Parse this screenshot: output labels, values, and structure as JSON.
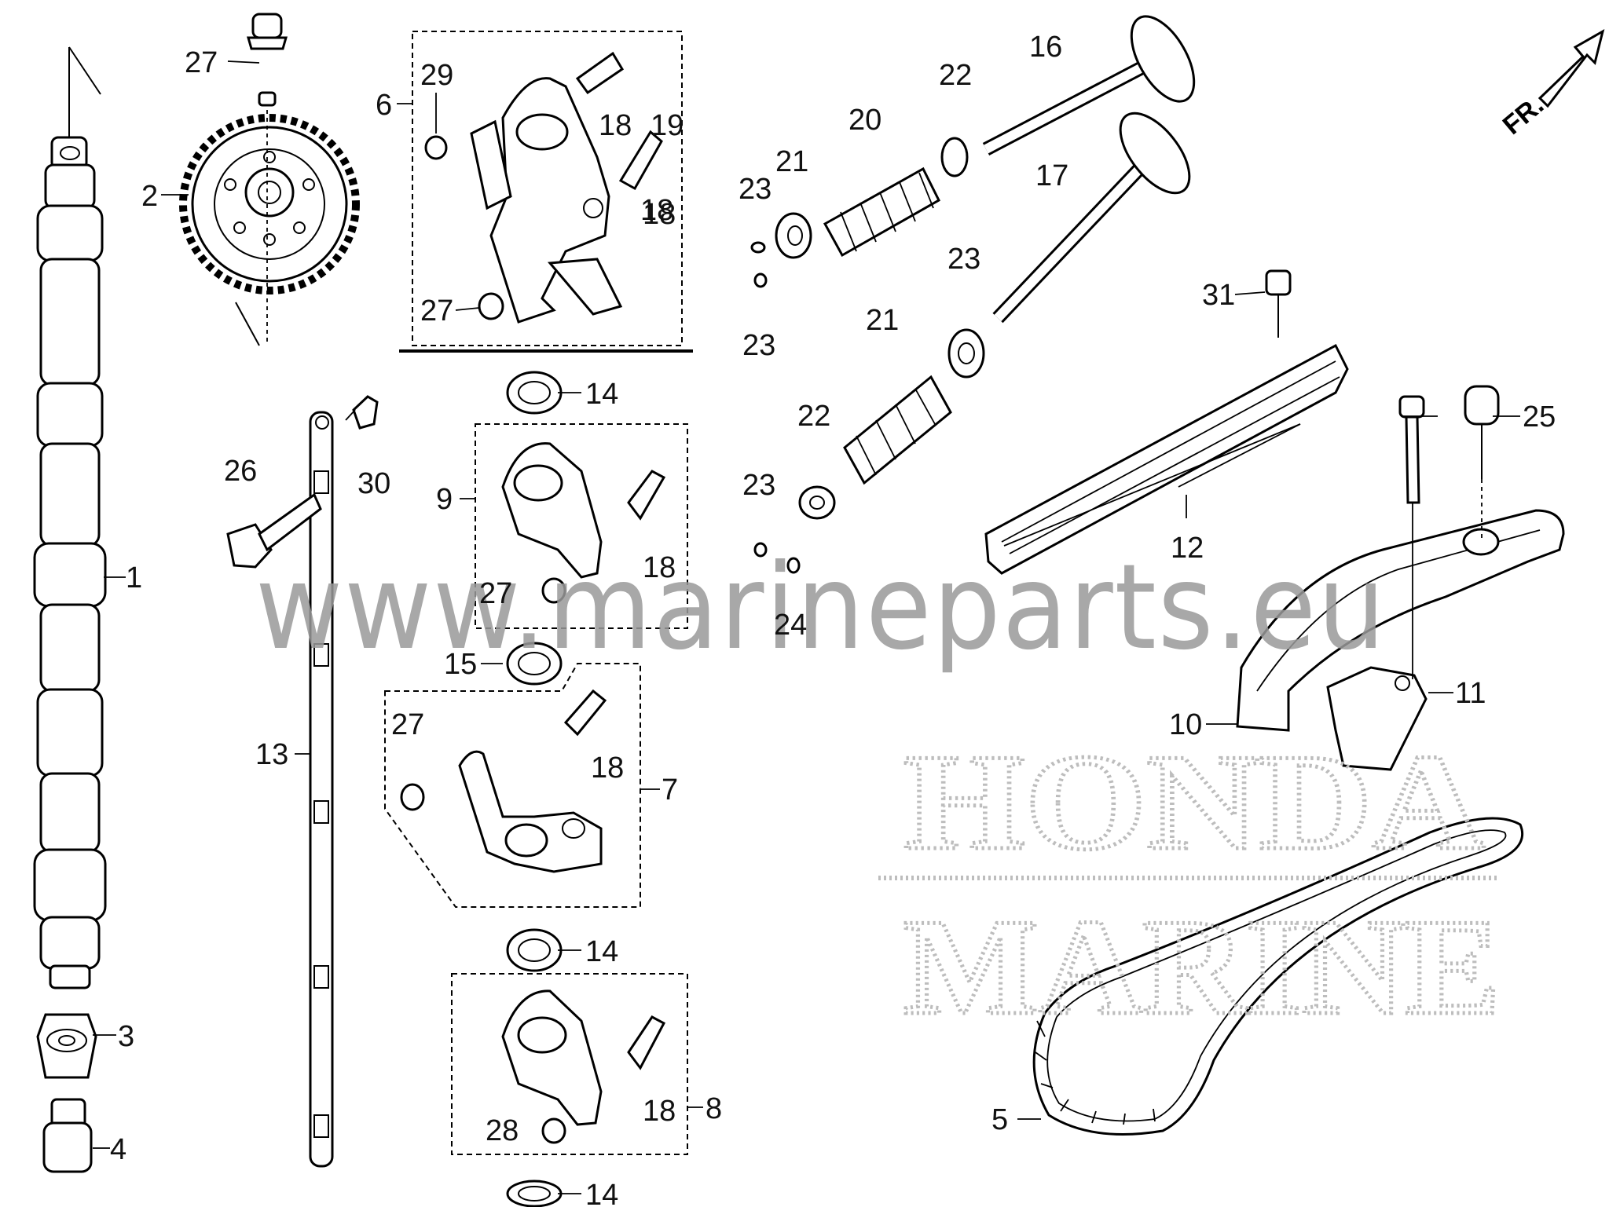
{
  "watermark": "www.marineparts.eu",
  "brand_logo": [
    "HONDA",
    "MARINE"
  ],
  "direction_label": "FR.",
  "callouts": [
    "1",
    "2",
    "3",
    "4",
    "5",
    "6",
    "7",
    "8",
    "9",
    "10",
    "11",
    "12",
    "13",
    "14",
    "14",
    "14",
    "15",
    "16",
    "17",
    "18",
    "18",
    "18",
    "18",
    "18",
    "18",
    "19",
    "20",
    "21",
    "21",
    "22",
    "22",
    "23",
    "23",
    "23",
    "23",
    "24",
    "25",
    "26",
    "27",
    "27",
    "27",
    "27",
    "28",
    "29",
    "30",
    "31"
  ]
}
